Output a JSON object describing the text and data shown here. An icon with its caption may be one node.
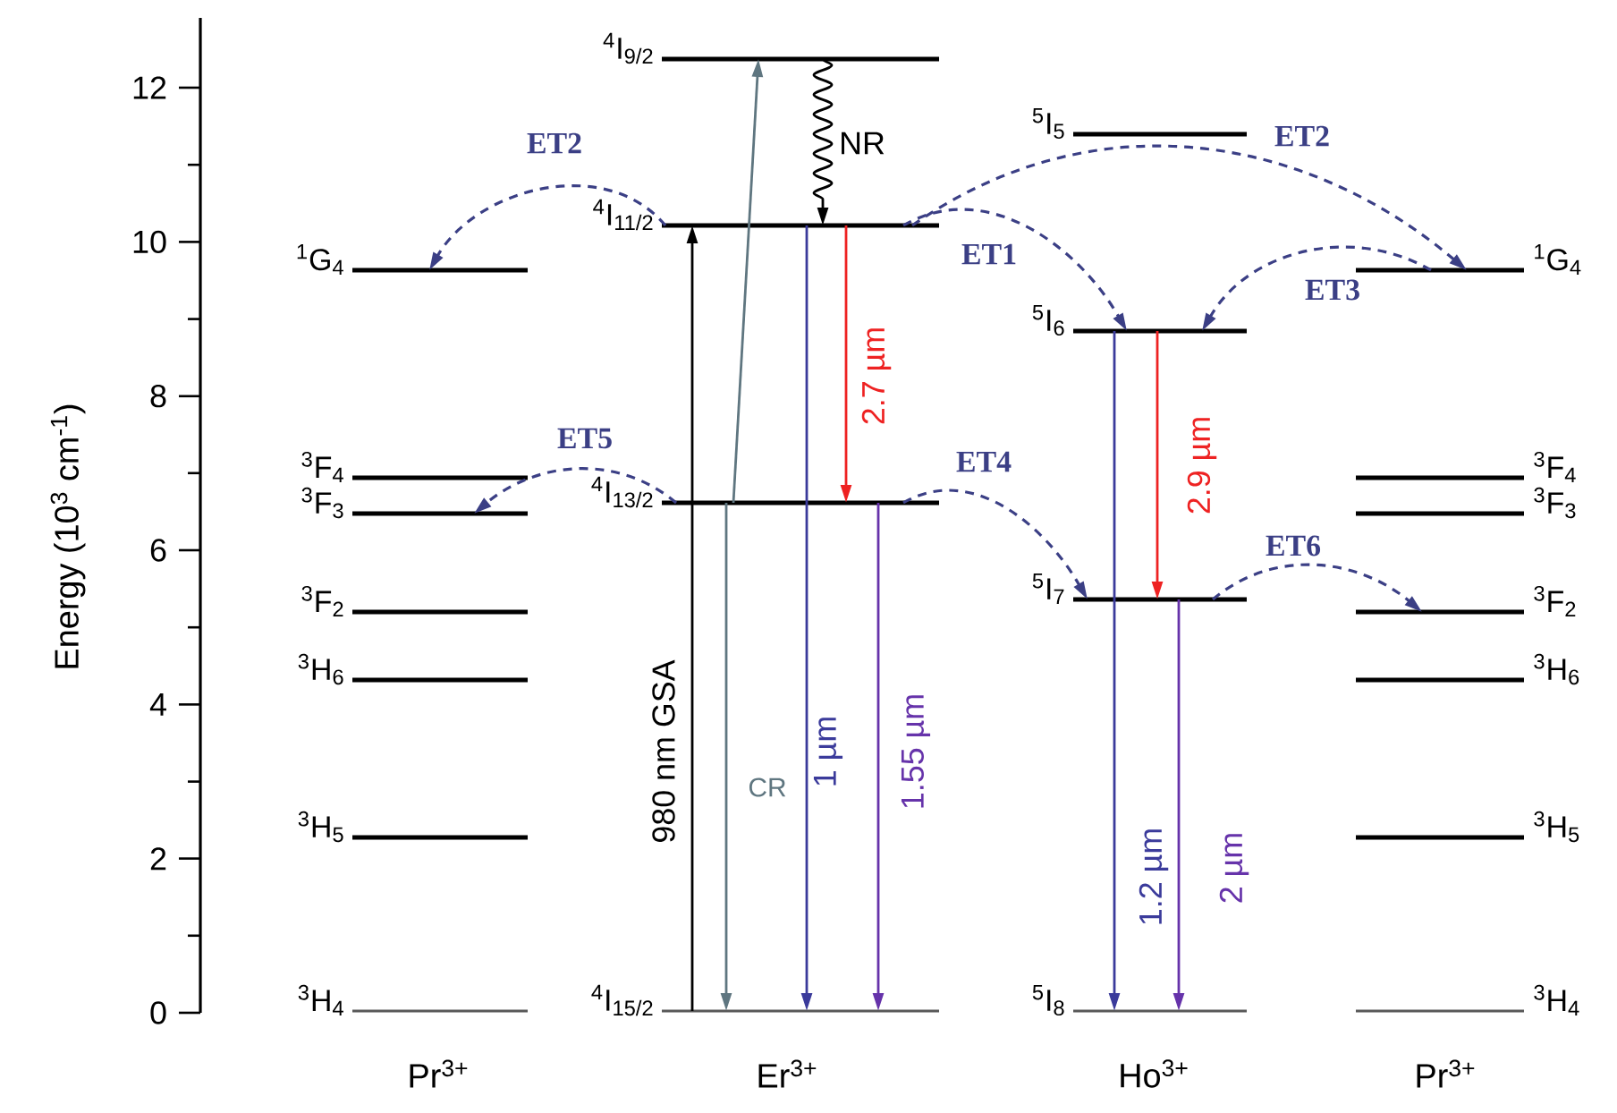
{
  "diagram": {
    "nodes": [
      {
        "text": [
          "$^{1}$G$_{4}$"
        ]
      },
      {
        "text": [
          "$^{3}$F$_{4}$"
        ]
      },
      {
        "text": [
          "$^{3}$F$_{3}$"
        ]
      },
      {
        "text": [
          "$^{3}$F$_{2}$"
        ]
      },
      {
        "text": [
          "$^{3}$H$_{6}$"
        ]
      },
      {
        "text": [
          "$^{3}$H$_{5}$"
        ]
      },
      {
        "text": [
          "$^{3}$H$_{4}$"
        ]
      },
      {
        "text": [
          "$^{4}$I$_{9/2}$"
        ]
      },
      {
        "text": [
          "$^{4}$I$_{11/2}$"
        ]
      },
      {
        "text": [
          "$^{4}$I$_{13/2}$"
        ]
      },
      {
        "text": [
          "$^{4}$I$_{15/2}$"
        ]
      },
      {
        "text": [
          "$^{5}$I$_{5}$"
        ]
      },
      {
        "text": [
          "$^{5}$I$_{6}$"
        ]
      },
      {
        "text": [
          "$^{5}$I$_{7}$"
        ]
      },
      {
        "text": [
          "$^{5}$I$_{8}$"
        ]
      },
      {
        "text": [
          "$^{1}$G$_{4}$"
        ]
      },
      {
        "text": [
          "$^{3}$F$_{4}$"
        ]
      },
      {
        "text": [
          "$^{3}$F$_{3}$"
        ]
      },
      {
        "text": [
          "$^{3}$F$_{2}$"
        ]
      },
      {
        "text": [
          "$^{3}$H$_{6}$"
        ]
      },
      {
        "text": [
          "$^{3}$H$_{5}$"
        ]
      },
      {
        "text": [
          "$^{3}$H$_{4}$"
        ]
      }
    ],
    "edges": [
      {
        "from": 10,
        "to": 8,
        "arrow": "to",
        "label": "980 nm GSA",
        "color": "#000000"
      },
      {
        "from": 7,
        "to": 8,
        "arrow": "to",
        "label": "NR",
        "color": "#000000"
      },
      {
        "from": 9,
        "to": 7,
        "arrow": "to",
        "color": "#5f7680"
      },
      {
        "from": 9,
        "to": 10,
        "arrow": "to",
        "label": "CR",
        "color": "#5f7680"
      },
      {
        "from": 8,
        "to": 10,
        "arrow": "to",
        "label": "1 µm",
        "color": "#3b3b9b"
      },
      {
        "from": 8,
        "to": 9,
        "arrow": "to",
        "label": "2.7 µm",
        "color": "#ee2222"
      },
      {
        "from": 9,
        "to": 10,
        "arrow": "to",
        "label": "1.55 µm",
        "color": "#6633aa"
      },
      {
        "from": 8,
        "to": 12,
        "arrow": "to",
        "label": "ET1",
        "style": "dashed",
        "color": "#3b3f85"
      },
      {
        "from": 8,
        "to": 0,
        "arrow": "to",
        "label": "ET2",
        "style": "dashed",
        "color": "#3b3f85"
      },
      {
        "from": 8,
        "to": 15,
        "arrow": "to",
        "label": "ET2",
        "style": "dashed",
        "color": "#3b3f85"
      },
      {
        "from": 15,
        "to": 12,
        "arrow": "to",
        "label": "ET3",
        "style": "dashed",
        "color": "#3b3f85"
      },
      {
        "from": 9,
        "to": 13,
        "arrow": "to",
        "label": "ET4",
        "style": "dashed",
        "color": "#3b3f85"
      },
      {
        "from": 9,
        "to": 2,
        "arrow": "to",
        "label": "ET5",
        "style": "dashed",
        "color": "#3b3f85"
      },
      {
        "from": 13,
        "to": 18,
        "arrow": "to",
        "label": "ET6",
        "style": "dashed",
        "color": "#3b3f85"
      },
      {
        "from": 12,
        "to": 13,
        "arrow": "to",
        "label": "2.9 µm",
        "color": "#ee2222"
      },
      {
        "from": 12,
        "to": 14,
        "arrow": "to",
        "label": "1.2 µm",
        "color": "#3b3b9b"
      },
      {
        "from": 13,
        "to": 14,
        "arrow": "to",
        "label": "2 µm",
        "color": "#6633aa"
      }
    ],
    "labels": [
      "12",
      "10",
      "8",
      "6",
      "4",
      "2",
      "0",
      "Energy (10$^{3}$ cm$^{-1}$)",
      "Pr$^{3+}$",
      "Er$^{3+}$",
      "Ho$^{3+}$",
      "Pr$^{3+}$"
    ]
  }
}
